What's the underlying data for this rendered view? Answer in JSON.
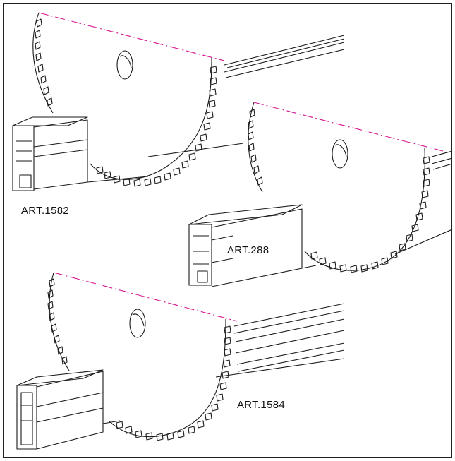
{
  "labels": {
    "art_1582": "ART.1582",
    "art_288": "ART.288",
    "art_1584": "ART.1584"
  },
  "colors": {
    "line": "#1a1a1a",
    "dash_accent": "#d4148f",
    "background": "#ffffff"
  }
}
